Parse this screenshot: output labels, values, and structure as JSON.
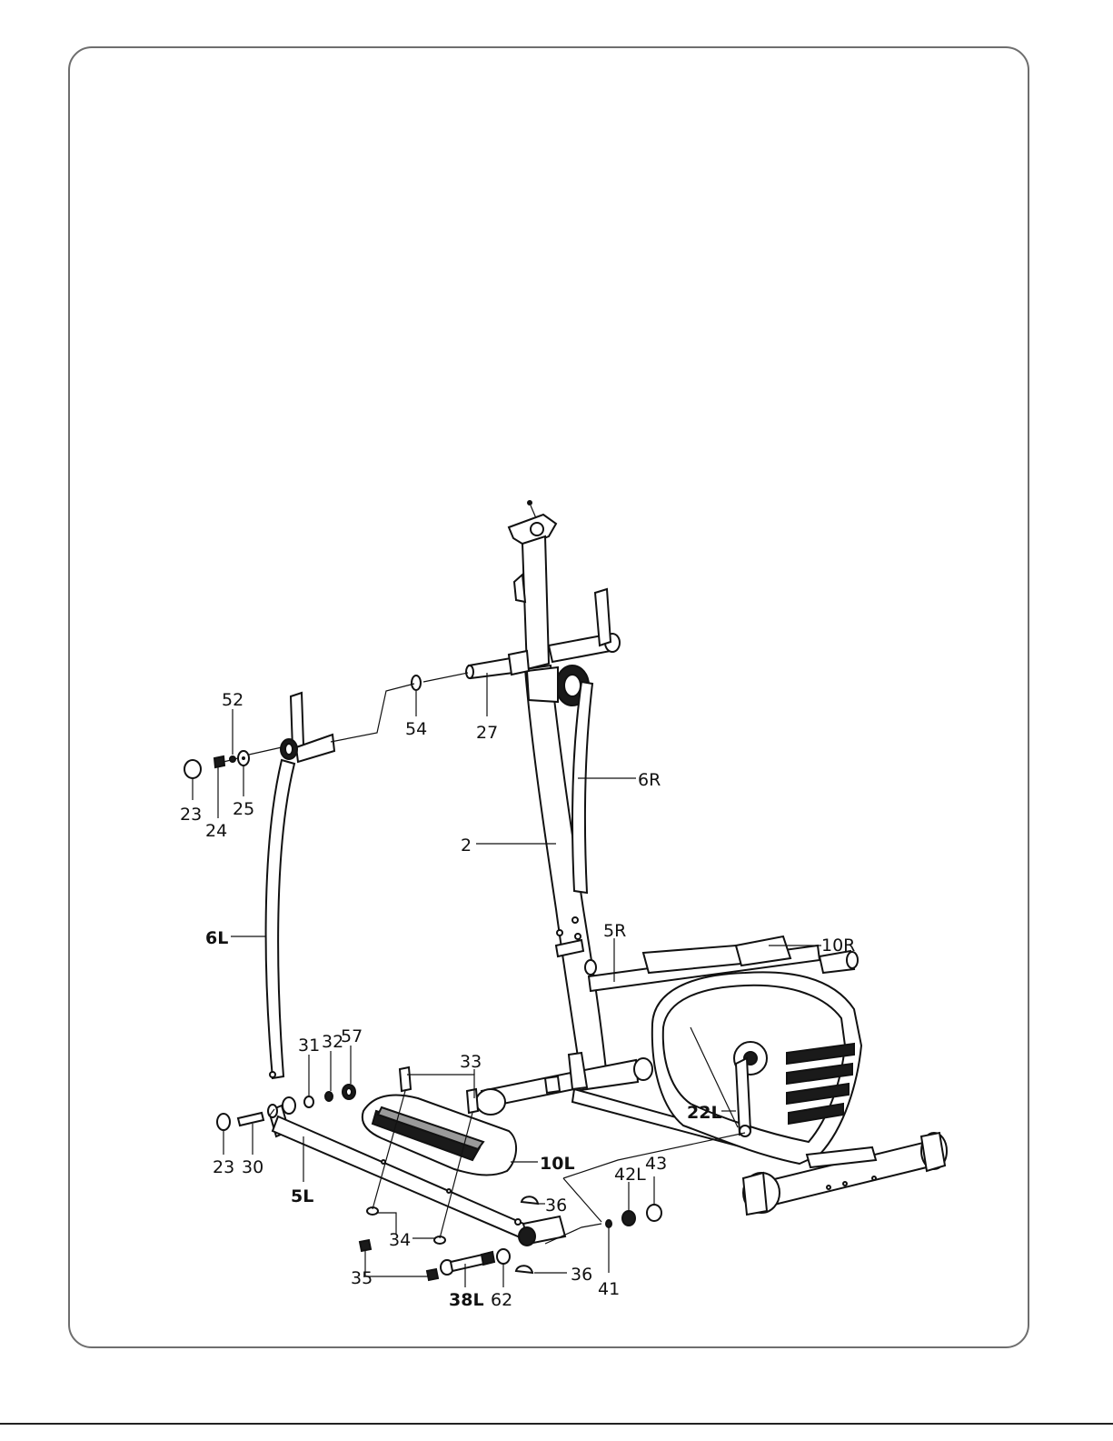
{
  "callouts": {
    "p52": "52",
    "p54": "54",
    "p27": "27",
    "p23a": "23",
    "p24": "24",
    "p25": "25",
    "p6R": "6R",
    "p2": "2",
    "p6L": "6L",
    "p5R": "5R",
    "p10R": "10R",
    "p31": "31",
    "p32": "32",
    "p57": "57",
    "p33": "33",
    "p22L": "22L",
    "p23b": "23",
    "p30": "30",
    "p10L": "10L",
    "p42L": "42L",
    "p43": "43",
    "p5L": "5L",
    "p36a": "36",
    "p34": "34",
    "p35": "35",
    "p38L": "38L",
    "p62": "62",
    "p36b": "36",
    "p41": "41"
  }
}
